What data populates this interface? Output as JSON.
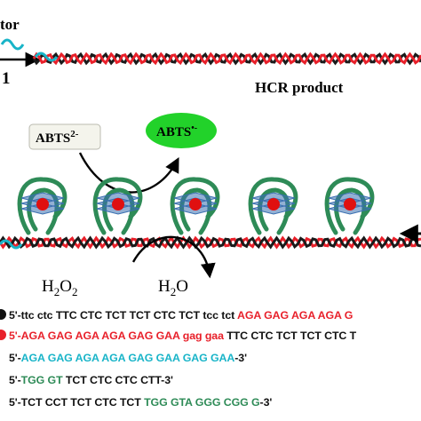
{
  "colors": {
    "strand_red": "#e8202a",
    "strand_black": "#1a1a1a",
    "strand_cyan": "#18b4c8",
    "g_quadruplex": "#2e8b57",
    "tetrad_blue": "#3a6fb0",
    "hemin_red": "#e01010",
    "abts_radical_fill": "#22d22a",
    "abts_box_fill": "#f4f4ec"
  },
  "top": {
    "label_partial_initiator": "tor",
    "label_step": "1",
    "product_label": "HCR product"
  },
  "reaction": {
    "substrate": "ABTS",
    "substrate_charge": "2-",
    "product": "ABTS",
    "product_charge": "•-",
    "oxidant": "H",
    "oxidant_sub1": "2",
    "oxidant_mid": "O",
    "oxidant_sub2": "2",
    "water": "H",
    "water_sub": "2",
    "water_end": "O"
  },
  "g_quadruplex_count": 5,
  "sequences": [
    {
      "marker": "black",
      "parts": [
        {
          "text": "5'-ttc ctc ",
          "color": "black"
        },
        {
          "text": "TTC CTC TCT TCT CTC TCT ",
          "color": "black"
        },
        {
          "text": "tcc tct ",
          "color": "black"
        },
        {
          "text": "AGA GAG AGA AGA G",
          "color": "red"
        }
      ]
    },
    {
      "marker": "red",
      "parts": [
        {
          "text": "5'-",
          "color": "red"
        },
        {
          "text": "AGA GAG AGA AGA GAG GAA gag gaa ",
          "color": "red"
        },
        {
          "text": "TTC CTC TCT TCT CTC T",
          "color": "black"
        }
      ]
    },
    {
      "marker": "none",
      "parts": [
        {
          "text": "5'-",
          "color": "black"
        },
        {
          "text": "AGA GAG AGA AGA GAG GAA GAG GAA",
          "color": "cyan"
        },
        {
          "text": "-3'",
          "color": "black"
        }
      ]
    },
    {
      "marker": "none",
      "parts": [
        {
          "text": "5'-",
          "color": "black"
        },
        {
          "text": "TGG GT ",
          "color": "green"
        },
        {
          "text": "TCT CTC CTC CTT-3'",
          "color": "black"
        }
      ]
    },
    {
      "marker": "none",
      "parts": [
        {
          "text": "5'-TCT CCT TCT CTC TCT ",
          "color": "black"
        },
        {
          "text": "TGG GTA GGG CGG G",
          "color": "green"
        },
        {
          "text": "-3'",
          "color": "black"
        }
      ]
    }
  ]
}
